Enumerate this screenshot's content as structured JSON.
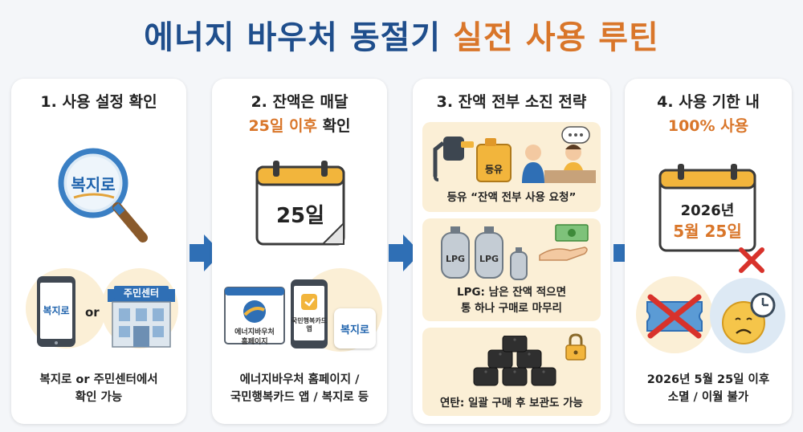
{
  "header": {
    "title_part1": "에너지 바우처 동절기",
    "title_part2": "실전 사용 루틴"
  },
  "steps": [
    {
      "title": "1. 사용 설정 확인",
      "magnifier_label": "복지로",
      "phone_label": "복지로",
      "or_text": "or",
      "building_sign": "주민센터",
      "caption_line1": "복지로 or 주민센터에서",
      "caption_line2": "확인 가능"
    },
    {
      "title_line1": "2. 잔액은 매달",
      "title_line2_highlight": "25일 이후",
      "title_line2_rest": " 확인",
      "calendar_text": "25일",
      "browser_label_line1": "에너지바우처",
      "browser_label_line2": "홈페이지",
      "phone_label_line1": "국민행복카드",
      "phone_label_line2": "앱",
      "app_label": "복지로",
      "caption_line1": "에너지바우처 홈페이지 /",
      "caption_line2": "국민행복카드 앱 / 복지로 등"
    },
    {
      "title": "3. 잔액 전부 소진 전략",
      "tank_label": "등유",
      "panel1_caption": "등유 “잔액 전부 사용 요청”",
      "cylinder_label": "LPG",
      "panel2_caption_line1": "LPG: 남은 잔액 적으면",
      "panel2_caption_line2": "통 하나 구매로 마무리",
      "panel3_caption": "연탄: 일괄 구매 후 보관도 가능"
    },
    {
      "title_line1": "4. 사용 기한 내",
      "title_line2": "100% 사용",
      "calendar_year": "2026년",
      "calendar_date": "5월 25일",
      "caption_line1": "2026년 5월 25일 이후",
      "caption_line2": "소멸 / 이월 불가"
    }
  ],
  "colors": {
    "title_blue": "#1f4e8c",
    "accent_orange": "#d9762a",
    "arrow_blue": "#2f6fb5",
    "calendar_yellow": "#f2b53c",
    "cross_red": "#d8322b"
  }
}
